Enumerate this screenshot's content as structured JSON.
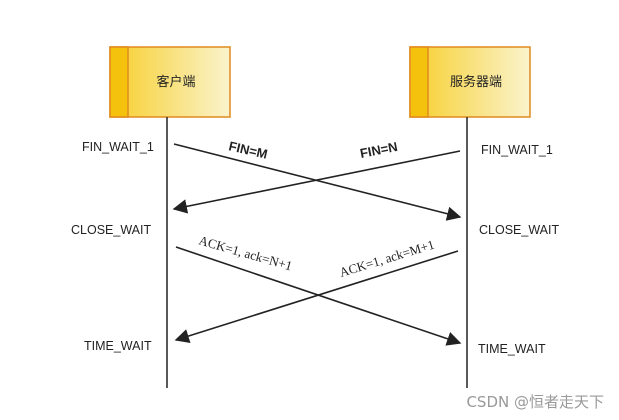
{
  "participants": {
    "client": {
      "label": "客户端"
    },
    "server": {
      "label": "服务器端"
    }
  },
  "states": {
    "client_fin_wait_1": "FIN_WAIT_1",
    "client_close_wait": "CLOSE_WAIT",
    "client_time_wait": "TIME_WAIT",
    "server_fin_wait_1": "FIN_WAIT_1",
    "server_close_wait": "CLOSE_WAIT",
    "server_time_wait": "TIME_WAIT"
  },
  "messages": {
    "client_fin": "FIN=M",
    "server_fin": "FIN=N",
    "client_ack": "ACK=1, ack=N+1",
    "server_ack": "ACK=1, ack=M+1"
  },
  "watermark": "CSDN @恒者走天下",
  "colors": {
    "box_border": "#e08a1e",
    "box_stripe": "#f4c20d",
    "box_fill_start": "#f7cf2c",
    "box_fill_end": "#faf3cc",
    "line": "#222222"
  }
}
